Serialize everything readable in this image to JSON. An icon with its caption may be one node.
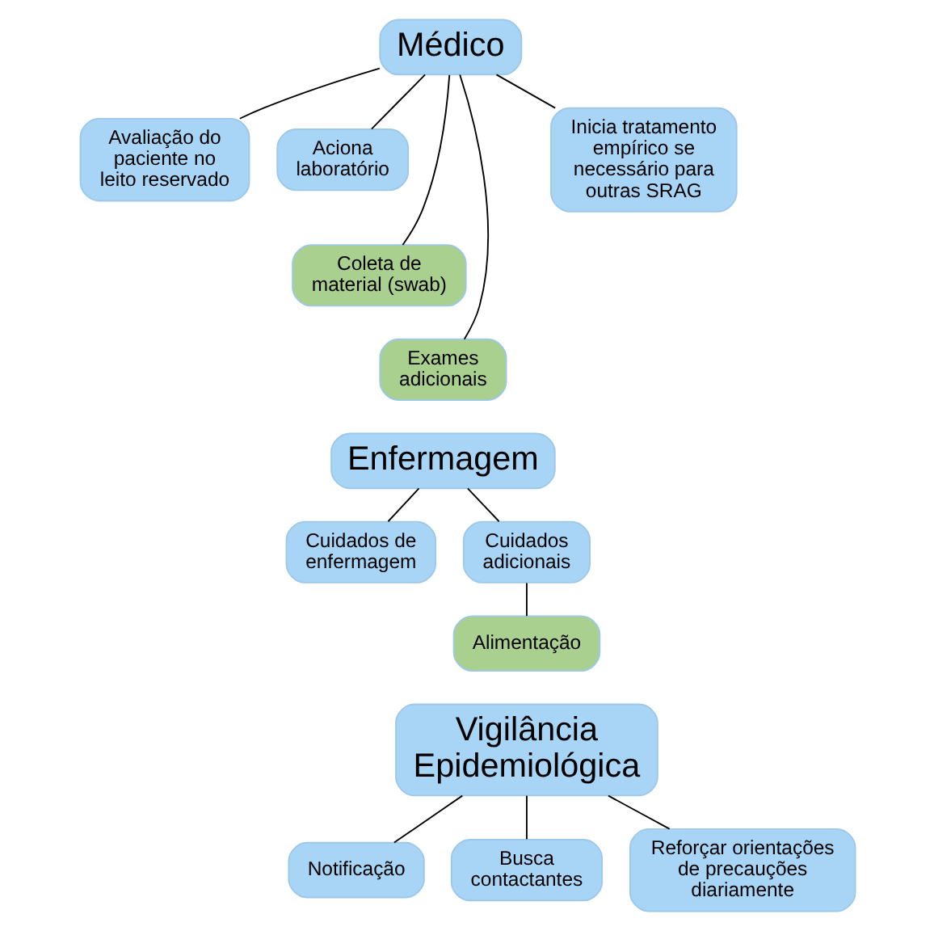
{
  "diagram": {
    "nodes": [
      {
        "text": [
          "Médico"
        ]
      },
      {
        "text": [
          "Avaliação do paciente no leito reservado"
        ]
      },
      {
        "text": [
          "Aciona laboratório"
        ]
      },
      {
        "text": [
          "Coleta de material (swab)"
        ]
      },
      {
        "text": [
          "Exames adicionais"
        ]
      },
      {
        "text": [
          "Inicia tratamento empírico se necessário para outras SRAG"
        ]
      },
      {
        "text": [
          "Enfermagem"
        ]
      },
      {
        "text": [
          "Cuidados de enfermagem"
        ]
      },
      {
        "text": [
          "Cuidados adicionais"
        ]
      },
      {
        "text": [
          "Alimentação"
        ]
      },
      {
        "text": [
          "Vigilância Epidemiológica"
        ]
      },
      {
        "text": [
          "Notificação"
        ]
      },
      {
        "text": [
          "Busca contactantes"
        ]
      },
      {
        "text": [
          "Reforçar orientações de precauções diariamente"
        ]
      }
    ],
    "edges": [
      {
        "from": 0,
        "to": 1,
        "arrow": "none"
      },
      {
        "from": 0,
        "to": 2,
        "arrow": "none"
      },
      {
        "from": 0,
        "to": 3,
        "arrow": "none"
      },
      {
        "from": 0,
        "to": 4,
        "arrow": "none"
      },
      {
        "from": 0,
        "to": 5,
        "arrow": "none"
      },
      {
        "from": 6,
        "to": 7,
        "arrow": "none"
      },
      {
        "from": 6,
        "to": 8,
        "arrow": "none"
      },
      {
        "from": 8,
        "to": 9,
        "arrow": "none"
      },
      {
        "from": 10,
        "to": 11,
        "arrow": "none"
      },
      {
        "from": 10,
        "to": 12,
        "arrow": "none"
      },
      {
        "from": 10,
        "to": 13,
        "arrow": "none"
      }
    ]
  }
}
